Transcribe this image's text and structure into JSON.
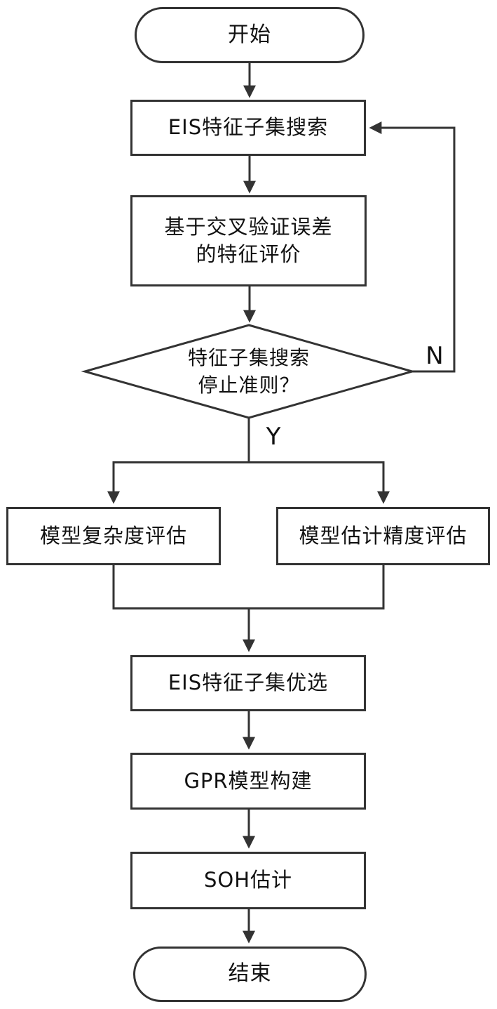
{
  "figure": {
    "type": "flowchart",
    "background": "#ffffff",
    "line_color": "#333333",
    "text_color": "#111111",
    "nodes": {
      "start": {
        "shape": "stadium",
        "label": "开始"
      },
      "eis_search": {
        "shape": "rect",
        "label": "EIS特征子集搜索"
      },
      "cv_eval": {
        "shape": "rect",
        "label": "基于交叉验证误差\n的特征评价"
      },
      "stop_decision": {
        "shape": "diamond",
        "label": "特征子集搜索\n停止准则？"
      },
      "complexity_eval": {
        "shape": "rect",
        "label": "模型复杂度评估"
      },
      "accuracy_eval": {
        "shape": "rect",
        "label": "模型估计精度评估"
      },
      "eis_select": {
        "shape": "rect",
        "label": "EIS特征子集优选"
      },
      "gpr_build": {
        "shape": "rect",
        "label": "GPR模型构建"
      },
      "soh_estimate": {
        "shape": "rect",
        "label": "SOH估计"
      },
      "end": {
        "shape": "stadium",
        "label": "结束"
      }
    },
    "branch_labels": {
      "no": "N",
      "yes": "Y"
    }
  }
}
